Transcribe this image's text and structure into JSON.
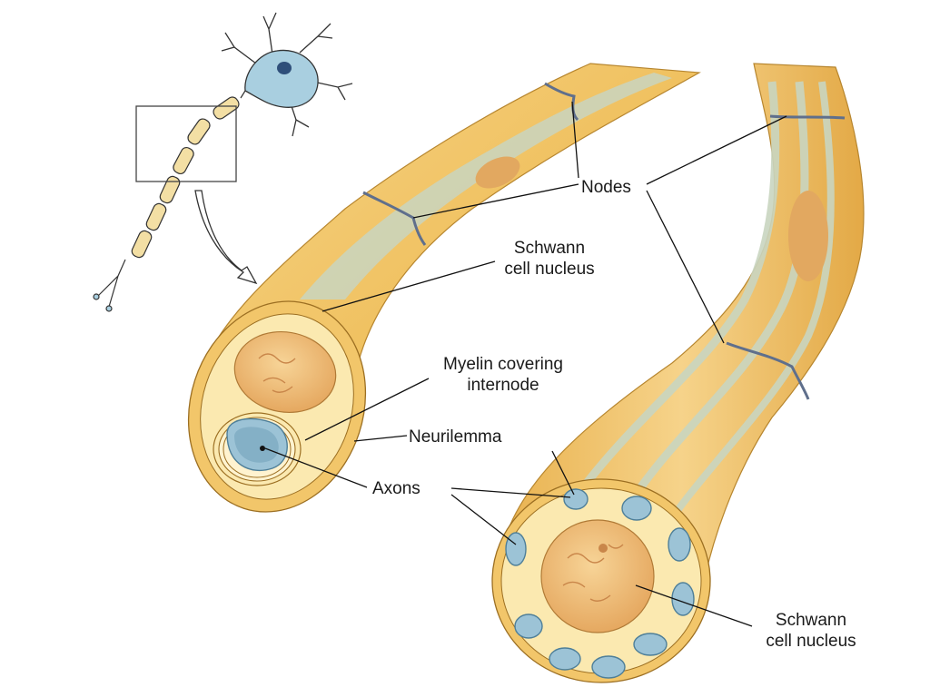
{
  "labels": {
    "nodes": "Nodes",
    "schwann_top_line1": "Schwann",
    "schwann_top_line2": "cell nucleus",
    "myelin_line1": "Myelin covering",
    "myelin_line2": "internode",
    "neurilemma": "Neurilemma",
    "axons": "Axons",
    "schwann_bottom_line1": "Schwann",
    "schwann_bottom_line2": "cell nucleus"
  },
  "colors": {
    "sheath": "#f2c66a",
    "sheath_light": "#fbe9b0",
    "sheath_dark": "#d9a23e",
    "axon_band": "#c9d5c0",
    "axon_blue": "#9cc3d6",
    "axon_dark": "#4e7f99",
    "nucleus": "#efb872",
    "neuron_body": "#a9cfe0",
    "line": "#111111"
  }
}
